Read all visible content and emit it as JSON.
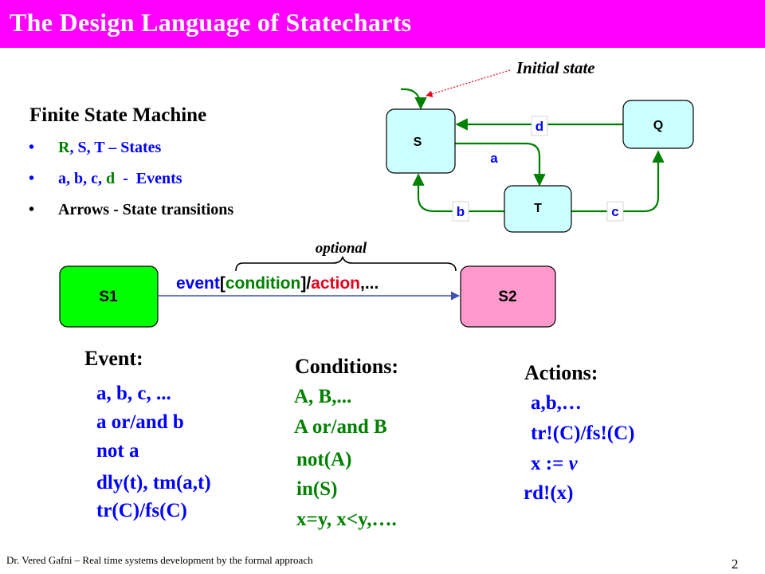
{
  "title": "The Design Language of Statecharts",
  "fsm": {
    "heading": "Finite State Machine",
    "bullet": "•",
    "items": [
      {
        "parts": [
          {
            "text": "R",
            "color": "green"
          },
          {
            "text": ", S, T – States",
            "color": "blue"
          }
        ]
      },
      {
        "parts": [
          {
            "text": "a",
            "color": "blue"
          },
          {
            "text": ", b, c, ",
            "color": "blue"
          },
          {
            "text": "d",
            "color": "green"
          },
          {
            "text": "  -  Events",
            "color": "blue"
          }
        ]
      },
      {
        "parts": [
          {
            "text": "Arrows - State transitions",
            "color": "black"
          }
        ]
      }
    ]
  },
  "state_diagram": {
    "initial_label": "Initial state",
    "states": {
      "s": "S",
      "q": "Q",
      "t": "T"
    },
    "events": {
      "d": "d",
      "a": "a",
      "b": "b",
      "c": "c"
    }
  },
  "transition": {
    "optional_label": "optional",
    "state1": "S1",
    "state2": "S2",
    "label_event": "event",
    "label_open": "[",
    "label_condition": "condition",
    "label_close": "]/",
    "label_action": "action",
    "label_rest": ",..."
  },
  "event_block": {
    "heading": "Event:",
    "lines": [
      "a, b, c, ...",
      "a or/and b",
      "not a",
      "dly(t), tm(a,t)",
      "tr(C)/fs(C)"
    ]
  },
  "conditions_block": {
    "heading": "Conditions:",
    "lines": [
      "A, B,...",
      "A or/and B",
      "not(A)",
      "in(S)",
      "x=y, x<y,…."
    ]
  },
  "actions_block": {
    "heading": "Actions:",
    "lines": [
      "a,b,…",
      "tr!(C)/fs!(C)",
      "x := ",
      "v",
      "rd!(x)"
    ]
  },
  "footer": "Dr. Vered Gafni – Real time systems development by the formal approach",
  "page_number": "2",
  "colors": {
    "title_bar": "#ff00ff",
    "state_fill": "#ccffff",
    "s1_fill": "#00ff00",
    "s2_fill": "#ff99cc",
    "arrow": "#008000",
    "event_text": "#0000ff",
    "condition_text": "#008000",
    "action_text": "#e8001c",
    "text_blue": "#0000ff",
    "text_green": "#008000"
  }
}
